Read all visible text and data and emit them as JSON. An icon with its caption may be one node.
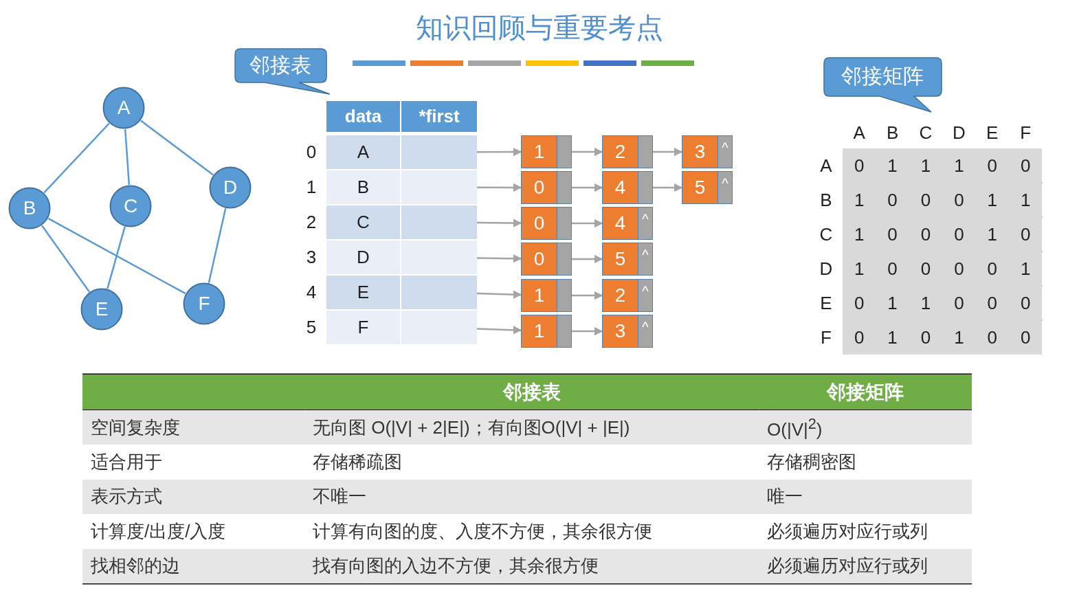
{
  "diagram": {
    "title": "知识回顾与重要考点",
    "nodes": [
      {
        "text": [
          "A"
        ]
      },
      {
        "text": [
          "B"
        ]
      },
      {
        "text": [
          "C"
        ]
      },
      {
        "text": [
          "D"
        ]
      },
      {
        "text": [
          "E"
        ]
      },
      {
        "text": [
          "F"
        ]
      },
      {
        "text": [
          "邻接表"
        ]
      },
      {
        "text": [
          "邻接矩阵"
        ]
      },
      {
        "text": [],
        "shape": "box"
      },
      {
        "text": [],
        "shape": "box"
      },
      {
        "text": [],
        "shape": "box"
      },
      {
        "text": [],
        "shape": "box"
      },
      {
        "text": [],
        "shape": "box"
      },
      {
        "text": [],
        "shape": "box"
      },
      {
        "text": [
          "1"
        ]
      },
      {
        "text": [
          "2"
        ]
      },
      {
        "text": [
          "3",
          "^"
        ]
      },
      {
        "text": [
          "0"
        ]
      },
      {
        "text": [
          "4"
        ]
      },
      {
        "text": [
          "5",
          "^"
        ]
      },
      {
        "text": [
          "0"
        ]
      },
      {
        "text": [
          "4",
          "^"
        ]
      },
      {
        "text": [
          "0"
        ]
      },
      {
        "text": [
          "5",
          "^"
        ]
      },
      {
        "text": [
          "1"
        ]
      },
      {
        "text": [
          "2",
          "^"
        ]
      },
      {
        "text": [
          "1"
        ]
      },
      {
        "text": [
          "3",
          "^"
        ]
      }
    ],
    "edges": [
      {
        "from": 0,
        "to": 1,
        "arrow": "none",
        "color": "#5b9bd5"
      },
      {
        "from": 0,
        "to": 2,
        "arrow": "none",
        "color": "#5b9bd5"
      },
      {
        "from": 0,
        "to": 3,
        "arrow": "none",
        "color": "#5b9bd5"
      },
      {
        "from": 1,
        "to": 4,
        "arrow": "none",
        "color": "#5b9bd5"
      },
      {
        "from": 1,
        "to": 5,
        "arrow": "none",
        "color": "#5b9bd5"
      },
      {
        "from": 2,
        "to": 4,
        "arrow": "none",
        "color": "#5b9bd5"
      },
      {
        "from": 3,
        "to": 5,
        "arrow": "none",
        "color": "#5b9bd5"
      },
      {
        "from": 8,
        "to": 14,
        "arrow": "to"
      },
      {
        "from": 14,
        "to": 15,
        "arrow": "to"
      },
      {
        "from": 15,
        "to": 16,
        "arrow": "to"
      },
      {
        "from": 9,
        "to": 17,
        "arrow": "to"
      },
      {
        "from": 17,
        "to": 18,
        "arrow": "to"
      },
      {
        "from": 18,
        "to": 19,
        "arrow": "to"
      },
      {
        "from": 10,
        "to": 20,
        "arrow": "to"
      },
      {
        "from": 20,
        "to": 21,
        "arrow": "to"
      },
      {
        "from": 11,
        "to": 22,
        "arrow": "to"
      },
      {
        "from": 22,
        "to": 23,
        "arrow": "to"
      },
      {
        "from": 12,
        "to": 24,
        "arrow": "to"
      },
      {
        "from": 24,
        "to": 25,
        "arrow": "to"
      },
      {
        "from": 13,
        "to": 26,
        "arrow": "to"
      },
      {
        "from": 26,
        "to": 27,
        "arrow": "to"
      }
    ],
    "labels": [
      "data",
      "*first",
      "0",
      "A",
      "1",
      "B",
      "2",
      "C",
      "3",
      "D",
      "4",
      "E",
      "5",
      "F",
      "A",
      "B",
      "C",
      "D",
      "E",
      "F",
      "A",
      "0",
      "1",
      "1",
      "1",
      "0",
      "0",
      "B",
      "1",
      "0",
      "0",
      "0",
      "1",
      "1",
      "C",
      "1",
      "0",
      "0",
      "0",
      "1",
      "0",
      "D",
      "1",
      "0",
      "0",
      "0",
      "0",
      "1",
      "E",
      "0",
      "1",
      "1",
      "0",
      "0",
      "0",
      "F",
      "0",
      "1",
      "0",
      "1",
      "0",
      "0",
      "邻接表",
      "邻接矩阵",
      "空间复杂度",
      "无向图 O(|V| + 2|E|)；有向图O(|V| + |E|)",
      "O(|V|$^{2}$)",
      "适合用于",
      "存储稀疏图",
      "存储稠密图",
      "表示方式",
      "不唯一",
      "唯一",
      "计算度/出度/入度",
      "计算有向图的度、入度不方便，其余很方便",
      "必须遍历对应行或列",
      "找相邻的边",
      "找有向图的入边不方便，其余很方便",
      "必须遍历对应行或列"
    ]
  }
}
